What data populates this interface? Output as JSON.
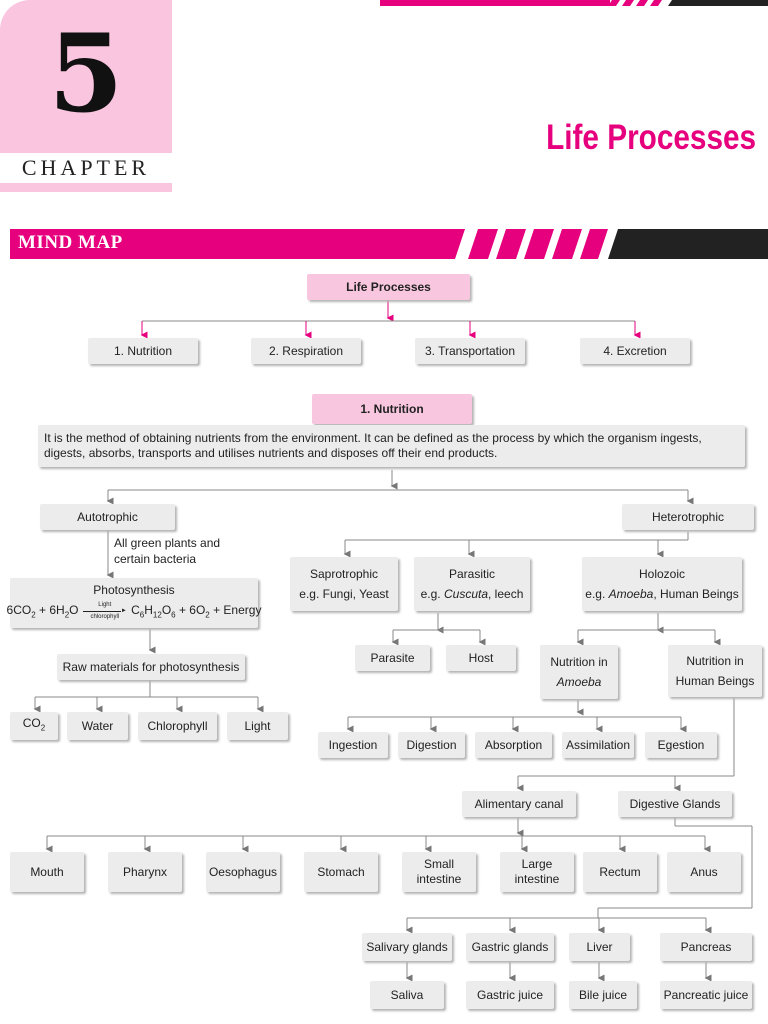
{
  "chapter": {
    "number": "5",
    "word": "CHAPTER",
    "title": "Life Processes"
  },
  "mind_map_label": "MIND MAP",
  "colors": {
    "accent": "#e6007e",
    "light_pink": "#f8c7df",
    "box": "#ececec",
    "line": "#888888"
  },
  "nodes": {
    "life_processes": "Life Processes",
    "nutrition": "1. Nutrition",
    "respiration": "2. Respiration",
    "transportation": "3. Transportation",
    "excretion": "4. Excretion",
    "nutrition_header": "1. Nutrition",
    "nutrition_definition": "It is the method of obtaining nutrients from the environment. It can be defined as the process by which the organism ingests, digests, absorbs, transports and utilises nutrients and disposes off their end products.",
    "autotrophic": "Autotrophic",
    "autotrophic_note_1": "All green plants and",
    "autotrophic_note_2": "certain bacteria",
    "heterotrophic": "Heterotrophic",
    "photosynthesis": "Photosynthesis",
    "equation_arrow_top": "Light",
    "equation_arrow_bottom": "chlorophyll",
    "raw_materials": "Raw materials for photosynthesis",
    "co2": "CO",
    "water": "Water",
    "chlorophyll": "Chlorophyll",
    "light": "Light",
    "saprotrophic": "Saprotrophic",
    "saprotrophic_eg": "e.g. Fungi, Yeast",
    "parasitic": "Parasitic",
    "parasitic_eg_prefix": "e.g. ",
    "parasitic_eg_italic": "Cuscuta",
    "parasitic_eg_suffix": ", leech",
    "holozoic": "Holozoic",
    "holozoic_eg_prefix": "e.g. ",
    "holozoic_eg_italic": "Amoeba",
    "holozoic_eg_suffix": ", Human Beings",
    "parasite": "Parasite",
    "host": "Host",
    "nutrition_in": "Nutrition in",
    "amoeba": "Amoeba",
    "nutrition_in_2": "Nutrition in",
    "human_beings": "Human Beings",
    "ingestion": "Ingestion",
    "digestion": "Digestion",
    "absorption": "Absorption",
    "assimilation": "Assimilation",
    "egestion": "Egestion",
    "alimentary_canal": "Alimentary canal",
    "digestive_glands": "Digestive Glands",
    "mouth": "Mouth",
    "pharynx": "Pharynx",
    "oesophagus": "Oesophagus",
    "stomach": "Stomach",
    "small_1": "Small",
    "small_2": "intestine",
    "large_1": "Large",
    "large_2": "intestine",
    "rectum": "Rectum",
    "anus": "Anus",
    "salivary_glands": "Salivary glands",
    "gastric_glands": "Gastric glands",
    "liver": "Liver",
    "pancreas": "Pancreas",
    "saliva": "Saliva",
    "gastric_juice": "Gastric juice",
    "bile_juice": "Bile juice",
    "pancreatic_juice": "Pancreatic juice"
  }
}
